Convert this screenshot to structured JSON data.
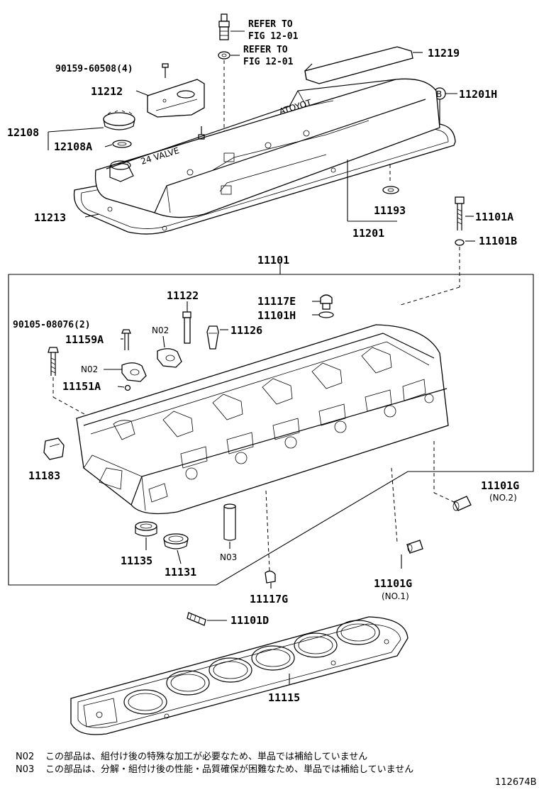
{
  "refs": {
    "ref_a_line1": "REFER TO",
    "ref_a_line2": "FIG 12-01",
    "ref_b_line1": "REFER TO",
    "ref_b_line2": "FIG 12-01"
  },
  "labels": {
    "p90159": "90159-60508(4)",
    "p11212": "11212",
    "p11219": "11219",
    "p11201H": "11201H",
    "p12108": "12108",
    "p12108A": "12108A",
    "p11213": "11213",
    "p11193": "11193",
    "p11201": "11201",
    "p11101A": "11101A",
    "p11101B": "11101B",
    "p11101": "11101",
    "p11122": "11122",
    "p11117E": "11117E",
    "p11101H": "11101H",
    "p90105": "90105-08076(2)",
    "p11159A": "11159A",
    "p11126": "11126",
    "p11151A": "11151A",
    "p11183": "11183",
    "p11101G_a": "11101G",
    "p11101G_a_sub": "(NO.2)",
    "p11135": "11135",
    "p11131": "11131",
    "p11117G": "11117G",
    "p11101G_b": "11101G",
    "p11101G_b_sub": "(NO.1)",
    "p11101D": "11101D",
    "p11115": "11115"
  },
  "tags": {
    "n02_a": "N02",
    "n02_b": "N02",
    "n03": "N03",
    "b_circle": "B"
  },
  "cover_text": {
    "toyota": "TOYOTA",
    "valve": "24 VALVE"
  },
  "notes": {
    "n02_code": "N02",
    "n02_text": "この部品は、組付け後の特殊な加工が必要なため、単品では補給していません",
    "n03_code": "N03",
    "n03_text": "この部品は、分解・組付け後の性能・品質確保が困難なため、単品では補給していません"
  },
  "figure_id": "112674B"
}
